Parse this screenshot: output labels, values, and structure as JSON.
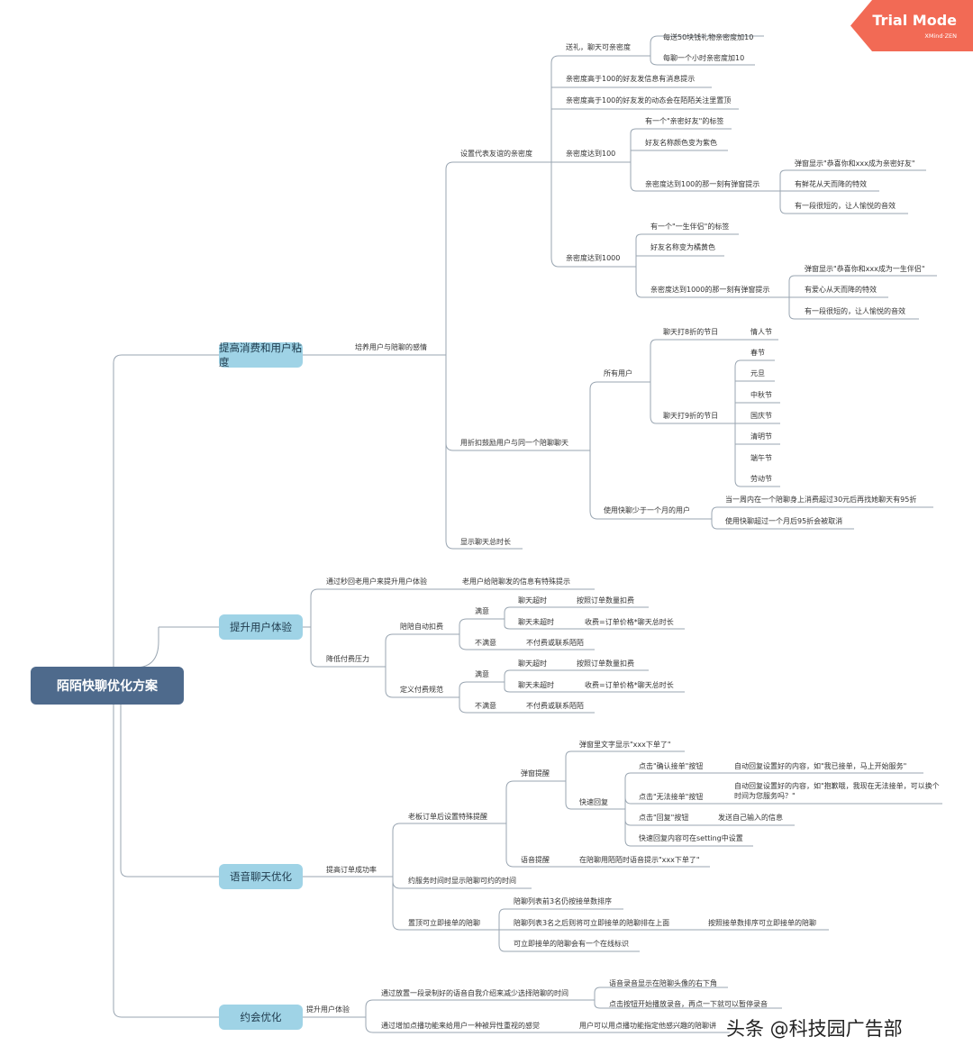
{
  "badge": {
    "title": "Trial Mode",
    "subtitle": "XMind·ZEN",
    "color": "#f26a55"
  },
  "watermark": "头条 @科技园广告部",
  "colors": {
    "root": "#4e6a8c",
    "branch": "#9fd3e6",
    "line": "#9aa6b2"
  },
  "root": "陌陌快聊优化方案",
  "b1": {
    "label": "提高消费和用户粘度",
    "c1": "培养用户与陪聊的感情",
    "intimacy": {
      "label": "设置代表友谊的亲密度",
      "gift": "送礼，聊天可亲密度",
      "gift_a": "每送50块钱礼物亲密度加10",
      "gift_b": "每聊一个小时亲密度加10",
      "r2": "亲密度高于100的好友发信息有消息提示",
      "r3": "亲密度高于100的好友发的动态会在陌陌关注里置顶",
      "l100": {
        "label": "亲密度达到100",
        "tag": "有一个\"亲密好友\"的标签",
        "color": "好友名称颜色变为紫色",
        "popup": "亲密度达到100的那一刻有弹窗提示",
        "p1": "弹窗显示\"恭喜你和xxx成为亲密好友\"",
        "p2": "有鲜花从天而降的特效",
        "p3": "有一段很短的，让人愉悦的音效"
      },
      "l1000": {
        "label": "亲密度达到1000",
        "tag": "有一个\"一生伴侣\"的标签",
        "color": "好友名称变为橘黄色",
        "popup": "亲密度达到1000的那一刻有弹窗提示",
        "p1": "弹窗显示\"恭喜你和xxx成为一生伴侣\"",
        "p2": "有爱心从天而降的特效",
        "p3": "有一段很短的，让人愉悦的音效"
      }
    },
    "discount": {
      "label": "用折扣鼓励用户与同一个陪聊聊天",
      "all": "所有用户",
      "d8": "聊天打8折的节日",
      "d8_items": [
        "情人节"
      ],
      "d9": "聊天打9折的节日",
      "d9_items": [
        "春节",
        "元旦",
        "中秋节",
        "国庆节",
        "清明节",
        "端午节",
        "劳动节"
      ],
      "new": "使用快聊少于一个月的用户",
      "new_a": "当一周内在一个陪聊身上消费超过30元后再找她聊天有95折",
      "new_b": "使用快聊超过一个月后95折会被取消"
    },
    "total": "显示聊天总时长"
  },
  "b2": {
    "label": "提升用户体验",
    "c1": "通过秒回老用户来提升用户体验",
    "c1a": "老用户给陪聊发的信息有特殊提示",
    "c2": "降低付费压力",
    "auto": "陪陪自动扣费",
    "custom": "定义付费规范",
    "satisfied": "满意",
    "unsatisfied": "不满意",
    "no_timeout": "聊天超时",
    "no_timeout_fee": "按照订单数量扣费",
    "timeout": "聊天未超时",
    "timeout_fee": "收费=订单价格*聊天总时长",
    "refuse": "不付费或联系陌陌"
  },
  "b3": {
    "label": "语音聊天优化",
    "c1": "提高订单成功率",
    "remind": "老板订单后设置特殊提醒",
    "popup": "弹窗提醒",
    "popup_text": "弹窗里文字显示\"xxx下单了\"",
    "quick": "快速回复",
    "q1": "点击\"确认接单\"按钮",
    "q1a": "自动回复设置好的内容，如\"我已接单，马上开始服务\"",
    "q2": "点击\"无法接单\"按钮",
    "q2a": "自动回复设置好的内容，如\"抱歉哦，我现在无法接单，可以换个时间为您服务吗？\"",
    "q3": "点击\"回复\"按钮",
    "q3a": "发送自己输入的信息",
    "q4": "快速回复内容可在setting中设置",
    "voice": "语音提醒",
    "voice_text": "在陪聊用陌陌时语音提示\"xxx下单了\"",
    "reserve": "约服务时间时显示陪聊可约的时间",
    "top": "置顶可立即接单的陪聊",
    "t1": "陪聊列表前3名仍按接单数排序",
    "t2": "陪聊列表3名之后则将可立即接单的陪聊排在上面",
    "t2a": "按照接单数排序可立即接单的陪聊",
    "t3": "可立即接单的陪聊会有一个在线标识"
  },
  "b4": {
    "label": "约会优化",
    "c1": "提升用户体验",
    "rec": "通过放置一段录制好的语音自我介绍来减少选择陪聊的时间",
    "rec_a": "语音录音显示在陪聊头像的右下角",
    "rec_b": "点击按钮开始播放录音，再点一下就可以暂停录音",
    "play": "通过增加点播功能来给用户一种被异性重视的感觉",
    "play_a": "用户可以用点播功能指定他感兴趣的陪聊讲"
  }
}
